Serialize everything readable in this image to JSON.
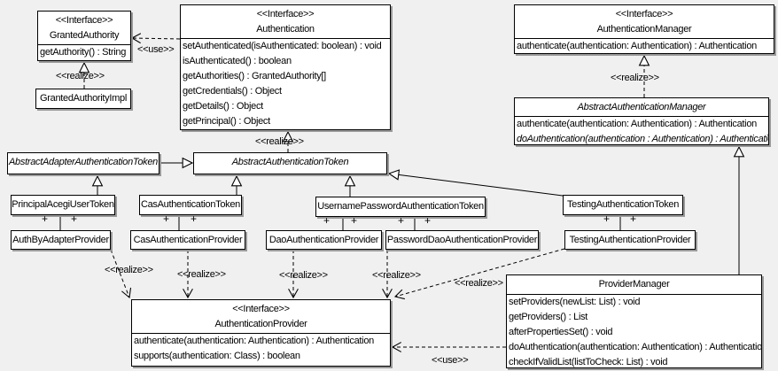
{
  "diagram": {
    "background_color": "#f0f0f0",
    "box_fill_color": "#ffffff",
    "box_border_color": "#000000",
    "shadow_color": "#999999"
  },
  "labels": {
    "realize": "<<realize>>",
    "use": "<<use>>",
    "plus": "+",
    "interface_stereotype": "<<Interface>>"
  },
  "classes": [
    {
      "stereotype": "<<Interface>>",
      "name": "GrantedAuthority",
      "methods": [
        "getAuthority() : String"
      ]
    },
    {
      "name": "GrantedAuthorityImpl",
      "methods": []
    },
    {
      "stereotype": "<<Interface>>",
      "name": "Authentication",
      "methods": [
        "setAuthenticated(isAuthenticated: boolean) : void",
        "isAuthenticated() : boolean",
        "getAuthorities() : GrantedAuthority[]",
        "getCredentials() : Object",
        "getDetails() : Object",
        "getPrincipal() : Object"
      ]
    },
    {
      "stereotype": "<<Interface>>",
      "name": "AuthenticationManager",
      "methods": [
        "authenticate(authentication: Authentication) : Authentication"
      ]
    },
    {
      "name": "AbstractAuthenticationManager",
      "abstract": true,
      "methods": [
        "authenticate(authentication: Authentication) : Authentication",
        "doAuthentication(authentication : Authentication) : Authentication"
      ]
    },
    {
      "name": "AbstractAdapterAuthenticationToken",
      "abstract": true,
      "methods": []
    },
    {
      "name": "AbstractAuthenticationToken",
      "abstract": true,
      "methods": []
    },
    {
      "name": "PrincipalAcegiUserToken",
      "methods": []
    },
    {
      "name": "CasAuthenticationToken",
      "methods": []
    },
    {
      "name": "UsernamePasswordAuthenticationToken",
      "methods": []
    },
    {
      "name": "TestingAuthenticationToken",
      "methods": []
    },
    {
      "name": "AuthByAdapterProvider",
      "methods": []
    },
    {
      "name": "CasAuthenticationProvider",
      "methods": []
    },
    {
      "name": "DaoAuthenticationProvider",
      "methods": []
    },
    {
      "name": "PasswordDaoAuthenticationProvider",
      "methods": []
    },
    {
      "name": "TestingAuthenticationProvider",
      "methods": []
    },
    {
      "stereotype": "<<Interface>>",
      "name": "AuthenticationProvider",
      "methods": [
        "authenticate(authentication: Authentication) : Authentication",
        "supports(authentication: Class) : boolean"
      ]
    },
    {
      "name": "ProviderManager",
      "methods": [
        "setProviders(newList: List) : void",
        "getProviders() : List",
        "afterPropertiesSet() : void",
        "doAuthentication(authentication: Authentication) : Authentication",
        "checkIfValidList(listToCheck: List) : void"
      ]
    }
  ]
}
